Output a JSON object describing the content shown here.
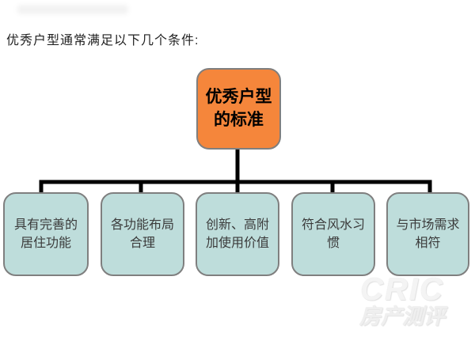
{
  "page": {
    "title": "优秀户型通常满足以下几个条件:"
  },
  "diagram": {
    "type": "tree",
    "root": {
      "label": "优秀户型\n的标准",
      "fill": "#f5863b"
    },
    "children": [
      {
        "label": "具有完善的\n居住功能"
      },
      {
        "label": "各功能布局\n合理"
      },
      {
        "label": "创新、高附\n加使用价值"
      },
      {
        "label": "符合风水习\n惯"
      },
      {
        "label": "与市场需求\n相符"
      }
    ],
    "child_fill": "#bedddb",
    "node_border": "#7f7f7f",
    "connector_color": "#000000"
  },
  "watermark": {
    "line1": "CRIC",
    "line2": "房产测评"
  }
}
